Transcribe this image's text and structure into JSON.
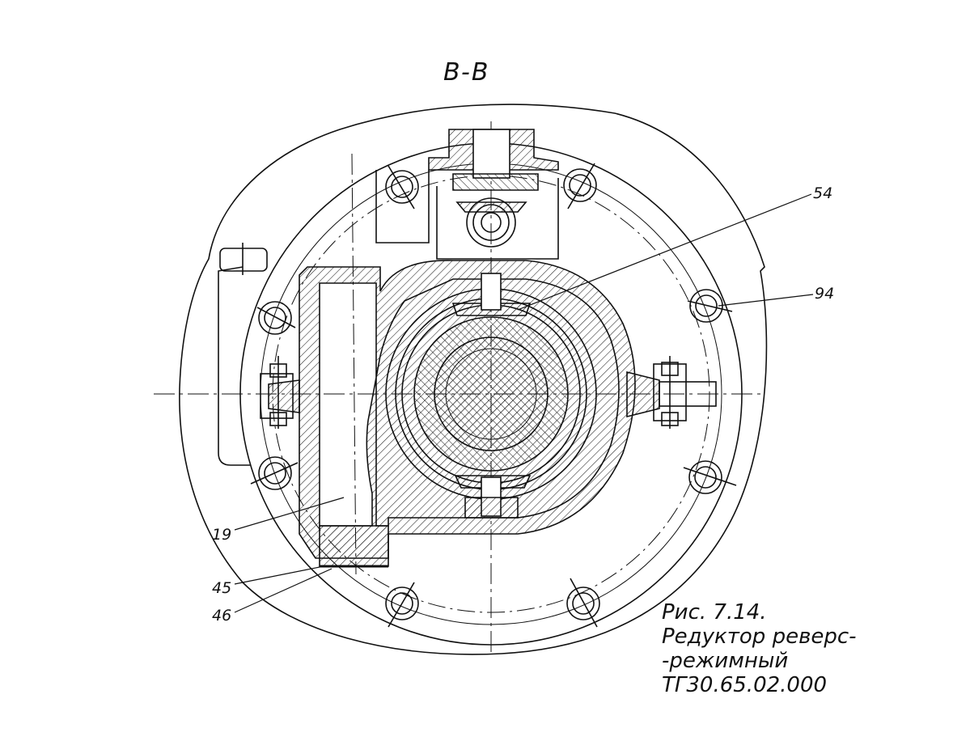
{
  "section_label": "B-B",
  "callouts": {
    "c54": "54",
    "c94": "94",
    "c19": "19",
    "c45": "45",
    "c46": "46"
  },
  "caption": {
    "line1_a": "Рис. 7.14.",
    "line1_b": "Редуктор реверс-",
    "line2_a": "-режимный",
    "line2_b": "ТГ30.65.02.000"
  }
}
